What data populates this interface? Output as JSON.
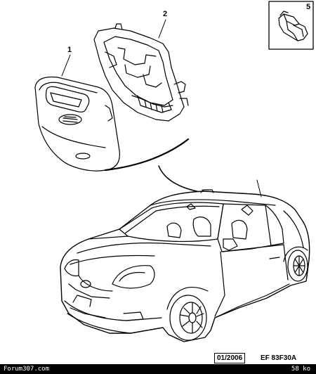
{
  "callouts": {
    "part_1": "1",
    "part_2": "2",
    "part_5": "5"
  },
  "footer": {
    "date": "01/2006",
    "reference": "EF 83F30A",
    "watermark": "Forum307.com",
    "file_size": "58 ko"
  }
}
